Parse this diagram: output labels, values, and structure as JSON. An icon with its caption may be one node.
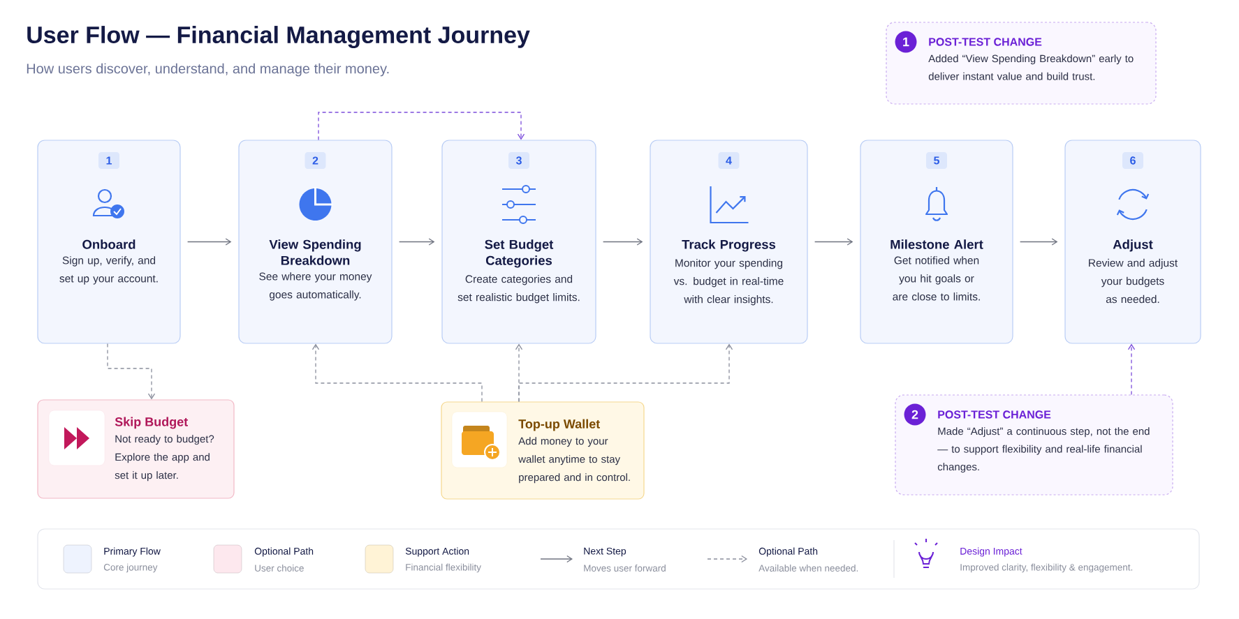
{
  "diagram": {
    "title": "User Flow — Financial Management Journey",
    "nodes": [
      {
        "text": [
          "1",
          "Onboard",
          "Sign up, verify, and set up your account."
        ]
      },
      {
        "text": [
          "2",
          "View Spending Breakdown",
          "See where your money goes automatically."
        ]
      },
      {
        "text": [
          "3",
          "Set Budget Categories",
          "Create categories and set realistic budget limits."
        ]
      },
      {
        "text": [
          "4",
          "Track Progress",
          "Monitor your spending vs. budget in real-time with clear insights."
        ]
      },
      {
        "text": [
          "5",
          "Milestone Alert",
          "Get notified when you hit goals or are close to limits."
        ]
      },
      {
        "text": [
          "6",
          "Adjust",
          "Review and adjust your budgets as needed."
        ]
      },
      {
        "text": [
          "Skip Budget",
          "Not ready to budget? Explore the app and set it up later."
        ]
      },
      {
        "text": [
          "Top-up Wallet",
          "Add money to your wallet anytime to stay prepared and in control."
        ]
      },
      {
        "text": [
          "1",
          "POST-TEST CHANGE",
          "Added “View Spending Breakdown” early to deliver instant value and build trust."
        ]
      },
      {
        "text": [
          "2",
          "POST-TEST CHANGE",
          "Made “Adjust” a continuous step, not the end — to support flexibility and real-life financial changes."
        ]
      }
    ],
    "edges": [
      {
        "from": 0,
        "to": 1,
        "arrow": "to"
      },
      {
        "from": 1,
        "to": 2,
        "arrow": "to"
      },
      {
        "from": 2,
        "to": 3,
        "arrow": "to"
      },
      {
        "from": 3,
        "to": 4,
        "arrow": "to"
      },
      {
        "from": 4,
        "to": 5,
        "arrow": "to"
      },
      {
        "from": 1,
        "to": 2,
        "arrow": "to",
        "style": "dashed",
        "color": "#7c4ddb"
      },
      {
        "from": 0,
        "to": 6,
        "arrow": "to",
        "style": "dashed"
      },
      {
        "from": 7,
        "to": 1,
        "arrow": "to",
        "style": "dashed"
      },
      {
        "from": 7,
        "to": 2,
        "arrow": "to",
        "style": "dashed"
      },
      {
        "from": 7,
        "to": 3,
        "arrow": "to",
        "style": "dashed"
      },
      {
        "from": 9,
        "to": 5,
        "arrow": "to",
        "style": "dashed",
        "color": "#7c4ddb"
      }
    ],
    "labels": [
      "How users discover, understand, and manage their money.",
      "Core journey",
      "User choice",
      "Financial flexibility",
      "Moves user forward",
      "Available when needed.",
      "Improved clarity, flexibility & engagement."
    ],
    "legend": [
      {
        "text": "Primary Flow",
        "color": "#eef3fe"
      },
      {
        "text": "Optional Path",
        "color": "#fde8ee"
      },
      {
        "text": "Support Action",
        "color": "#fff3d6"
      },
      {
        "text": "Next Step"
      },
      {
        "text": "Optional Path"
      },
      {
        "text": "Design Impact"
      }
    ]
  }
}
